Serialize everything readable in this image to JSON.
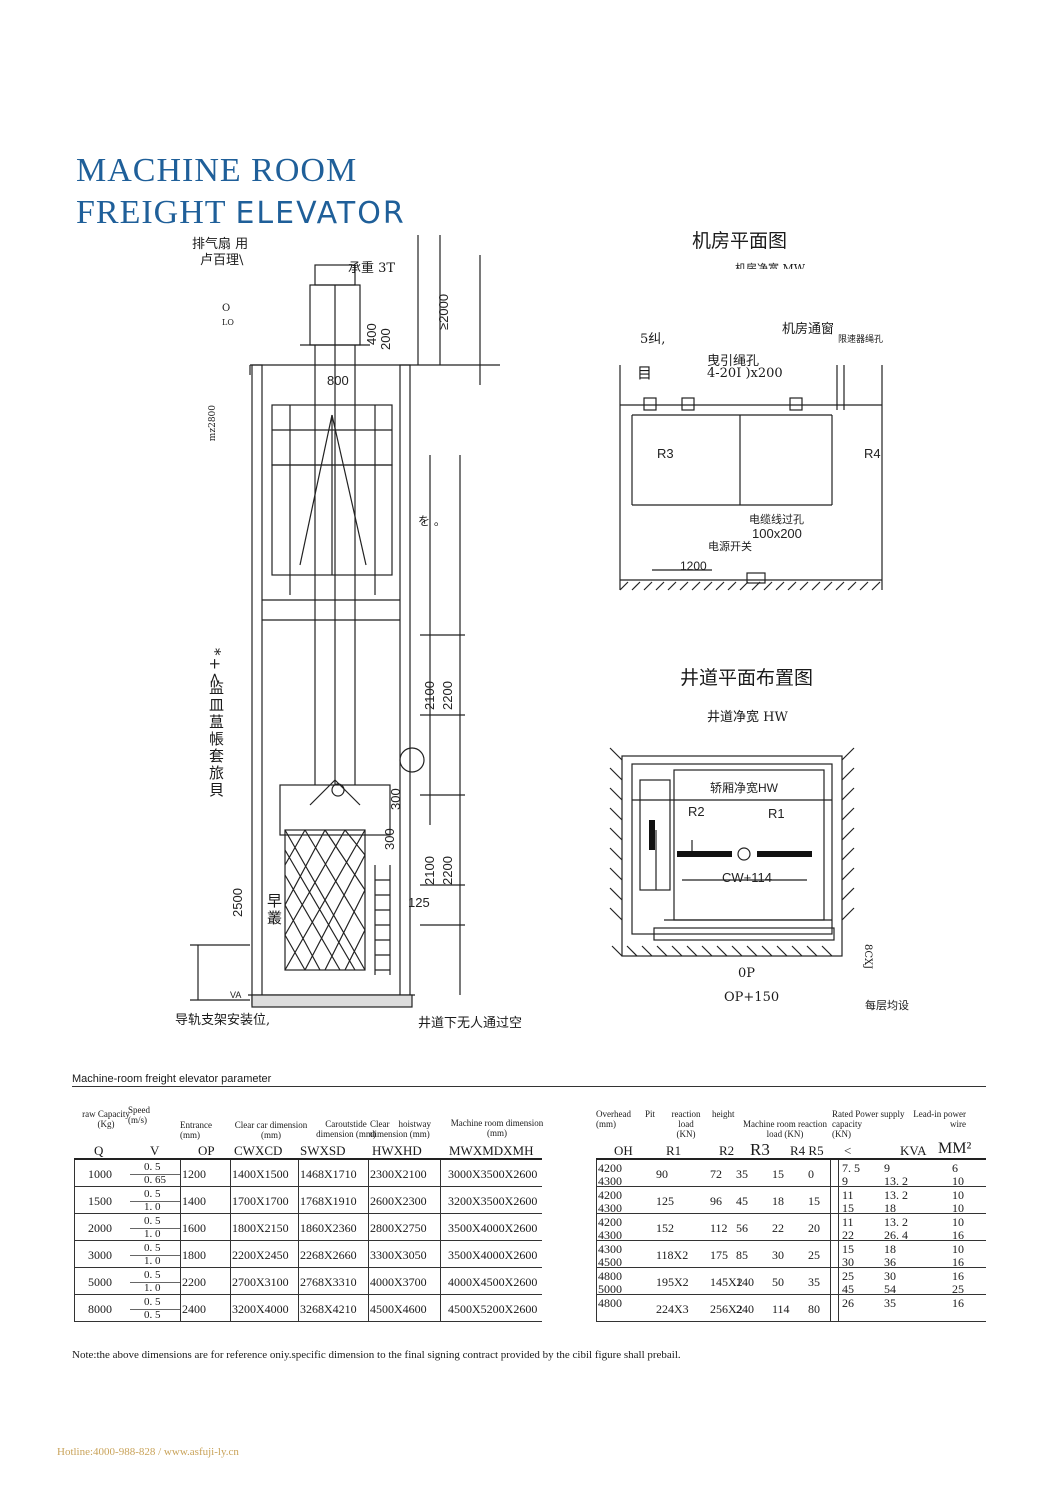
{
  "title": {
    "line1": "MACHINE ROOM",
    "line2a": "FREIGHT",
    "line2b": "ELEVATOR"
  },
  "section_drawing": {
    "labels": {
      "exhaust": "排气扇 用",
      "louver": "卢百理\\",
      "load": "承重 3T",
      "o": "O",
      "lo": "LO",
      "mz2800": "mz2800",
      "vertical_note": "早叢",
      "dims": [
        "≥2000",
        "400",
        "800",
        "200",
        "2100",
        "2200",
        "300",
        "300",
        "2100",
        "2200",
        "2500",
        "125"
      ],
      "bottom_left": "导轨支架安装位,",
      "bottom_right": "井道下无人通过空",
      "vertical_left": "监皿蒀帳套旅貝",
      "vertical_left2": "*+<",
      "note_dot": "を 。",
      "vfw": "VA"
    }
  },
  "machine_room_plan": {
    "title": "机房平面图",
    "subtitle": "机房净宽 MW",
    "window": "机房通窗",
    "governor": "限速器绳孔",
    "five": "5纠,",
    "rope_hole": "曳引绳孔",
    "rope_hole_size": "4-20I )x200",
    "mu": "目",
    "r3": "R3",
    "r4": "R4",
    "cable_hole": "电缆线过孔",
    "cable_hole_size": "100x200",
    "power_switch": "电源开关",
    "dim1200": "1200"
  },
  "hoistway_plan": {
    "title": "井道平面布置图",
    "subtitle": "井道净宽 HW",
    "car_width": "轿厢净宽HW",
    "r2": "R2",
    "r1": "R1",
    "cw": "CW+114",
    "op": "0P",
    "op150": "OP+150",
    "each_floor": "每层均设",
    "side": "8CXJ"
  },
  "table": {
    "caption": "Machine-room freight elevator parameter",
    "headers": {
      "capacity": "raw Capacity\n(Kg)",
      "speed": "Speed\n(m/s)",
      "entrance": "Entrance\n(mm)",
      "clear_car": "Clear car dimension\n(mm)",
      "car_outside": "Caroutstide\ndimension (mm)",
      "hoistway": "Clear    hoistway\ndimension (mm)",
      "machine_room": "Machine room dimension\n(mm)",
      "overhead": "Overhead\n(mm)",
      "pit": "Pit",
      "reaction": "reaction\nload\n(KN)",
      "height": "height",
      "mr_reaction": "Machine room reaction\nload (KN)",
      "rated": "Rated Power supply\ncapacity\n(KN)",
      "leadin": "Lead-in power\nwire"
    },
    "symbols": [
      "Q",
      "V",
      "OP",
      "CWXCD",
      "SWXSD",
      "HWXHD",
      "MWXMDXMH",
      "OH",
      "R1",
      "R2",
      "R3",
      "R4 R5",
      "<",
      "KVA",
      "MM²"
    ],
    "rows": [
      {
        "q": "1000",
        "v1": "0. 5",
        "v2": "0. 65",
        "op": "1200",
        "cw": "1400X1500",
        "sw": "1468X1710",
        "hw": "2300X2100",
        "mw": "3000X3500X2600",
        "oh1": "4200",
        "oh2": "4300",
        "r1": "90",
        "r2": "72",
        "r3": "35",
        "r4": "15",
        "r5": "0",
        "c1": "7. 5",
        "c2": "9",
        "k1": "9",
        "k2": "13. 2",
        "m1": "6",
        "m2": "10"
      },
      {
        "q": "1500",
        "v1": "0. 5",
        "v2": "1. 0",
        "op": "1400",
        "cw": "1700X1700",
        "sw": "1768X1910",
        "hw": "2600X2300",
        "mw": "3200X3500X2600",
        "oh1": "4200",
        "oh2": "4300",
        "r1": "125",
        "r2": "96",
        "r3": "45",
        "r4": "18",
        "r5": "15",
        "c1": "11",
        "c2": "15",
        "k1": "13. 2",
        "k2": "18",
        "m1": "10",
        "m2": "10"
      },
      {
        "q": "2000",
        "v1": "0. 5",
        "v2": "1. 0",
        "op": "1600",
        "cw": "1800X2150",
        "sw": "1860X2360",
        "hw": "2800X2750",
        "mw": "3500X4000X2600",
        "oh1": "4200",
        "oh2": "4300",
        "r1": "152",
        "r2": "112",
        "r3": "56",
        "r4": "22",
        "r5": "20",
        "c1": "11",
        "c2": "22",
        "k1": "13. 2",
        "k2": "26. 4",
        "m1": "10",
        "m2": "16"
      },
      {
        "q": "3000",
        "v1": "0. 5",
        "v2": "1. 0",
        "op": "1800",
        "cw": "2200X2450",
        "sw": "2268X2660",
        "hw": "3300X3050",
        "mw": "3500X4000X2600",
        "oh1": "4300",
        "oh2": "4500",
        "r1": "118X2",
        "r2": "175",
        "r3": "85",
        "r4": "30",
        "r5": "25",
        "c1": "15",
        "c2": "30",
        "k1": "18",
        "k2": "36",
        "m1": "10",
        "m2": "16"
      },
      {
        "q": "5000",
        "v1": "0. 5",
        "v2": "1. 0",
        "op": "2200",
        "cw": "2700X3100",
        "sw": "2768X3310",
        "hw": "4000X3700",
        "mw": "4000X4500X2600",
        "oh1": "4800",
        "oh2": "5000",
        "r1": "195X2",
        "r2": "145X2",
        "r3": "140",
        "r4": "50",
        "r5": "35",
        "c1": "25",
        "c2": "45",
        "k1": "30",
        "k2": "54",
        "m1": "16",
        "m2": "25"
      },
      {
        "q": "8000",
        "v1": "0. 5",
        "v2": "0. 5",
        "op": "2400",
        "cw": "3200X4000",
        "sw": "3268X4210",
        "hw": "4500X4600",
        "mw": "4500X5200X2600",
        "oh1": "4800",
        "oh2": "",
        "r1": "224X3",
        "r2": "256X2",
        "r3": "240",
        "r4": "114",
        "r5": "80",
        "c1": "26",
        "c2": "",
        "k1": "35",
        "k2": "",
        "m1": "16",
        "m2": ""
      }
    ]
  },
  "note": "Note:the above dimensions are for reference oniy.specific dimension to the final signing contract provided by the cibil figure shall prebail.",
  "footer": "Hotline:4000-988-828 / www.asfuji-ly.cn"
}
